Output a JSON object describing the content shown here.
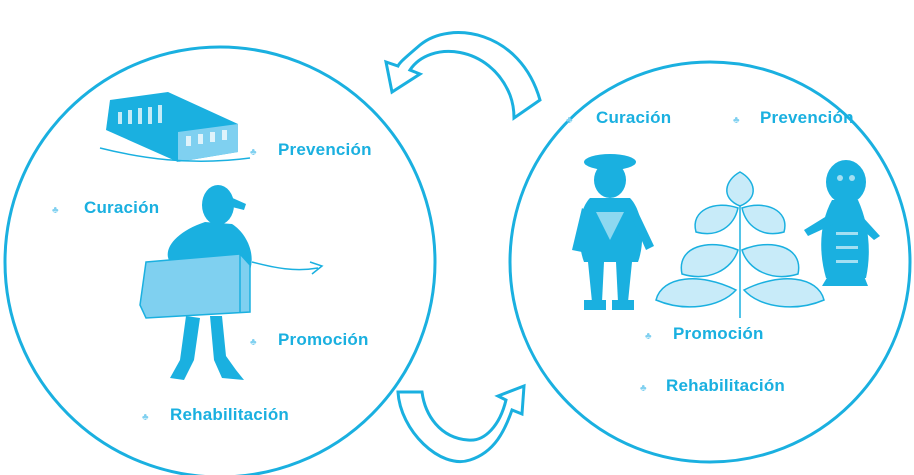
{
  "colors": {
    "primary": "#1ab0e0",
    "light": "#7fd0f0",
    "pale": "#c8ebf9",
    "background": "#ffffff"
  },
  "left_circle": {
    "labels": {
      "prevencion": "Prevención",
      "curacion": "Curación",
      "promocion": "Promoción",
      "rehabilitacion": "Rehabilitación"
    },
    "icons": [
      "hospital-building-icon",
      "person-carrying-box-icon"
    ]
  },
  "right_circle": {
    "labels": {
      "curacion": "Curación",
      "prevencion": "Prevención",
      "promocion": "Promoción",
      "rehabilitacion": "Rehabilitación"
    },
    "icons": [
      "traditional-healer-icon",
      "medicinal-plant-icon",
      "masked-dancer-icon"
    ]
  },
  "arrows": [
    "cycle-arrow-top-icon",
    "cycle-arrow-bottom-icon"
  ],
  "bullet_icon": "small-bullet-icon"
}
